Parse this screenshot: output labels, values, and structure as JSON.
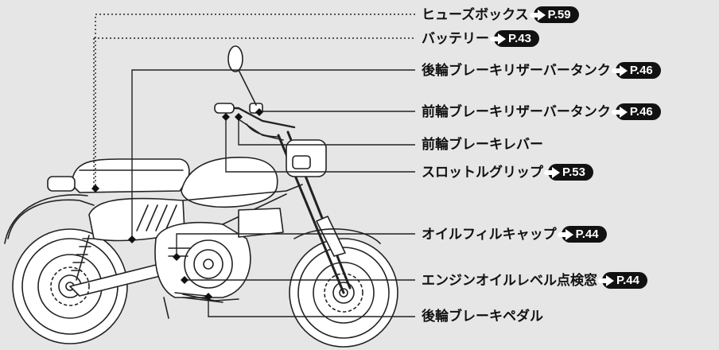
{
  "callouts": [
    {
      "text": "ヒューズボックス",
      "ref": "P.59"
    },
    {
      "text": "バッテリー",
      "ref": "P.43"
    },
    {
      "text": "後輪ブレーキリザーバータンク",
      "ref": "P.46"
    },
    {
      "text": "前輪ブレーキリザーバータンク",
      "ref": "P.46"
    },
    {
      "text": "前輪ブレーキレバー",
      "ref": ""
    },
    {
      "text": "スロットルグリップ",
      "ref": "P.53"
    },
    {
      "text": "オイルフィルキャップ",
      "ref": "P.44"
    },
    {
      "text": "エンジンオイルレベル点検窓",
      "ref": "P.44"
    },
    {
      "text": "後輪ブレーキペダル",
      "ref": ""
    }
  ],
  "colors": {
    "background": "#e6e6e6",
    "ink": "#111111"
  }
}
